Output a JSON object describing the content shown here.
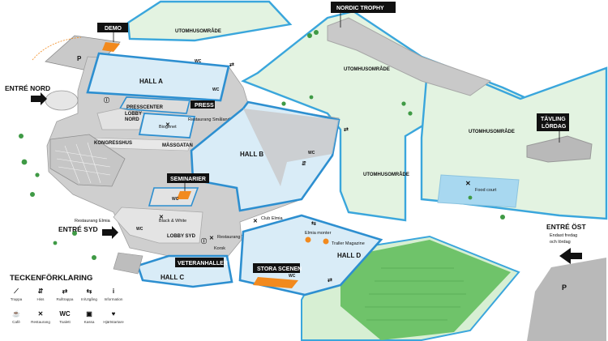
{
  "map": {
    "outdoor_areas": [
      "UTOMHUSOMRÅDE",
      "UTOMHUSOMRÅDE",
      "UTOMHUSOMRÅDE",
      "UTOMHUSOMRÅDE"
    ],
    "halls": {
      "a": "HALL A",
      "b": "HALL B",
      "c": "HALL C",
      "d": "HALL D"
    },
    "tags": {
      "demo": "DEMO",
      "nordic_trophy": "NORDIC TROPHY",
      "tavling_line1": "TÄVLING",
      "tavling_line2": "LÖRDAG",
      "seminarier": "SEMINARIER",
      "veteranhallen": "VETERANHALLEN",
      "stora_scenen": "STORA SCENEN",
      "press": "PRESS"
    },
    "entrances": {
      "nord": "ENTRÉ NORD",
      "syd": "ENTRÉ SYD",
      "ost": "ENTRÉ ÖST",
      "ost_note_line1": "Endast fredag",
      "ost_note_line2": "och lördag"
    },
    "places": {
      "presscenter": "PRESSCENTER",
      "lobby_nord_line1": "LOBBY",
      "lobby_nord_line2": "NORD",
      "kongresshus": "KONGRESSHUS",
      "massgatan": "MÄSSGATAN",
      "lobby_syd": "LOBBY SYD",
      "food_court": "Food court",
      "restaurang_smaland": "Restaurang Småland",
      "biogenet": "Biogenet",
      "restaurang_elmia": "Restaurang Elmia",
      "black_white": "Black & White",
      "restaurang_vattern": "Restaurang Vättern",
      "club_elmia": "Club Elmia",
      "elmia_monter": "Elmia monter",
      "traller_magazine": "Traller Magazine",
      "korsk": "Korsk",
      "parking_p1": "P",
      "parking_p2": "P"
    },
    "legend": {
      "title": "TECKENFÖRKLARING",
      "items": [
        {
          "label": "Trappa",
          "icon": "stairs-icon",
          "glyph": "⟋"
        },
        {
          "label": "Hiss",
          "icon": "elevator-icon",
          "glyph": "⇵"
        },
        {
          "label": "Rulltrappa",
          "icon": "escalator-icon",
          "glyph": "⇄"
        },
        {
          "label": "In/Utgång",
          "icon": "entrance-exit-icon",
          "glyph": "⇆"
        },
        {
          "label": "Information",
          "icon": "information-icon",
          "glyph": "i"
        },
        {
          "label": "Café",
          "icon": "cafe-icon",
          "glyph": "☕"
        },
        {
          "label": "Restaurang",
          "icon": "restaurant-icon",
          "glyph": "✕"
        },
        {
          "label": "Toalett",
          "icon": "toilet-icon",
          "glyph": "WC"
        },
        {
          "label": "Kassa",
          "icon": "cashier-icon",
          "glyph": "▣"
        },
        {
          "label": "Hjärtstartare",
          "icon": "defibrillator-icon",
          "glyph": "♥"
        }
      ]
    },
    "colors": {
      "outdoor_fill": "#e3f3e1",
      "outdoor_stroke": "#3aa6dc",
      "hall_stroke": "#2d8fd0",
      "hall_fill": "#d9ecf7",
      "stage_orange": "#f28a1e",
      "building_grey": "#b9b9b9",
      "dark_green": "#6fc36a",
      "food_court_blue": "#a8d8f0"
    }
  }
}
